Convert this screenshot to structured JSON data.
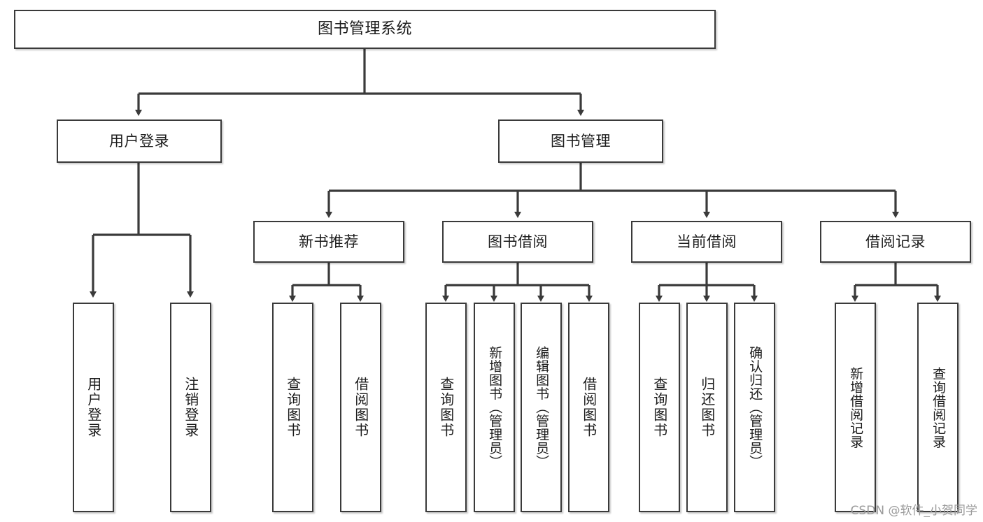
{
  "diagram": {
    "title": "图书管理系统",
    "type": "functional-structure-tree",
    "root": {
      "label": "图书管理系统"
    },
    "level2": [
      {
        "label": "用户登录"
      },
      {
        "label": "图书管理"
      }
    ],
    "level3": [
      {
        "label": "新书推荐"
      },
      {
        "label": "图书借阅"
      },
      {
        "label": "当前借阅"
      },
      {
        "label": "借阅记录"
      }
    ],
    "leaves": {
      "user_login": [
        {
          "label": "用户登录"
        },
        {
          "label": "注销登录"
        }
      ],
      "new_book_recommend": [
        {
          "label": "查询图书"
        },
        {
          "label": "借阅图书"
        }
      ],
      "book_borrow": [
        {
          "label": "查询图书"
        },
        {
          "label": "新增图书（管理员）"
        },
        {
          "label": "编辑图书（管理员）"
        },
        {
          "label": "借阅图书"
        }
      ],
      "current_borrow": [
        {
          "label": "查询图书"
        },
        {
          "label": "归还图书"
        },
        {
          "label": "确认归还（管理员）"
        }
      ],
      "borrow_record": [
        {
          "label": "新增借阅记录"
        },
        {
          "label": "查询借阅记录"
        }
      ]
    }
  },
  "watermark": {
    "text": "CSDN @软件_小贺同学"
  },
  "colors": {
    "border": "#3a3a3a",
    "text": "#1c1c1c",
    "background": "#ffffff",
    "watermark": "#9a9a9a"
  }
}
